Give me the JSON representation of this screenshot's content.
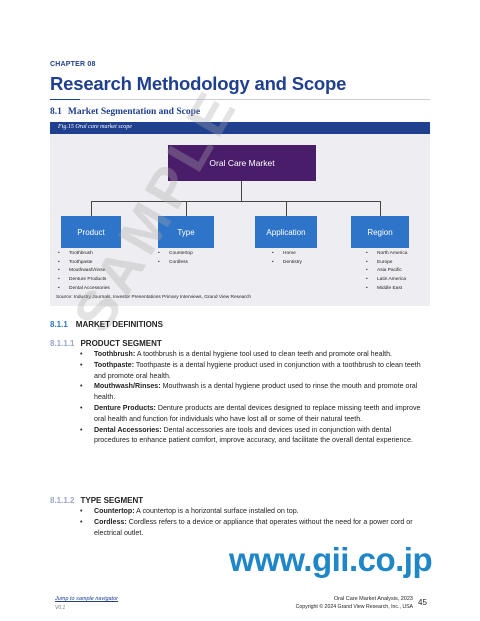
{
  "chapter": "CHAPTER 08",
  "title": "Research Methodology and Scope",
  "section": {
    "num": "8.1",
    "title": "Market Segmentation and Scope"
  },
  "figure": {
    "caption": "Fig.15 Oral care market scope",
    "root": "Oral Care Market",
    "nodes": [
      {
        "label": "Product",
        "items": [
          "Toothbrush",
          "Toothpaste",
          "Mouthwash/rinse",
          "Denture Products",
          "Dental Accessories"
        ]
      },
      {
        "label": "Type",
        "items": [
          "Countertop",
          "Cordless"
        ]
      },
      {
        "label": "Application",
        "items": [
          "Home",
          "Dentistry"
        ]
      },
      {
        "label": "Region",
        "items": [
          "North America",
          "Europe",
          "Asia Pacific",
          "Latin America",
          "Middle East"
        ]
      }
    ],
    "source": "Source: Industry Journals, Investor Presentations Primary Interviews, Grand View Research",
    "colors": {
      "root": "#4a1d6b",
      "node": "#2e74c8",
      "bar": "#1f3f8f"
    }
  },
  "defs_heading": {
    "num": "8.1.1",
    "title": "MARKET DEFINITIONS"
  },
  "product_segment": {
    "num": "8.1.1.1",
    "title": "PRODUCT SEGMENT",
    "items": [
      {
        "term": "Toothbrush:",
        "text": " A toothbrush is a dental hygiene tool used to clean teeth and promote oral health."
      },
      {
        "term": "Toothpaste:",
        "text": " Toothpaste is a dental hygiene product used in conjunction with a toothbrush to clean teeth and promote oral health."
      },
      {
        "term": "Mouthwash/Rinses:",
        "text": " Mouthwash is a dental hygiene product used to rinse the mouth and promote oral health."
      },
      {
        "term": "Denture Products:",
        "text": " Denture products are dental devices designed to replace missing teeth and improve oral health and function for individuals who have lost all or some of their natural teeth."
      },
      {
        "term": "Dental Accessories:",
        "text": " Dental accessories are tools and devices used in conjunction with dental procedures to enhance patient comfort, improve accuracy, and facilitate the overall dental experience."
      }
    ]
  },
  "type_segment": {
    "num": "8.1.1.2",
    "title": "TYPE SEGMENT",
    "items": [
      {
        "term": "Countertop:",
        "text": " A countertop is a horizontal surface installed on top."
      },
      {
        "term": "Cordless:",
        "text": " Cordless refers to a device or appliance that operates without the need for a power cord or electrical outlet."
      }
    ]
  },
  "watermark": "SAMPLE",
  "brand": "www.gii.co.jp",
  "footer": {
    "link": "Jump to sample navigator",
    "version": "V0.1",
    "report": "Oral Care Market Analysis, 2023",
    "copyright": "Copyright © 2024 Grand View Research, Inc., USA",
    "page": "45"
  }
}
